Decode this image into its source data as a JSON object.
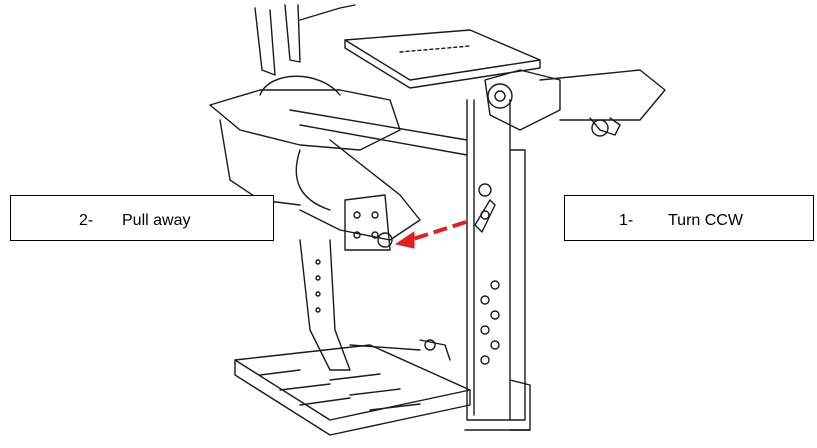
{
  "callouts": {
    "pull_away": {
      "number": "2-",
      "text": "Pull away"
    },
    "turn_ccw": {
      "number": "1-",
      "text": "Turn CCW"
    }
  },
  "colors": {
    "arrow": "#e02020",
    "line": "#1a1a1a",
    "background": "#ffffff"
  },
  "icons": {
    "arrow": "red-arrow-icon"
  }
}
